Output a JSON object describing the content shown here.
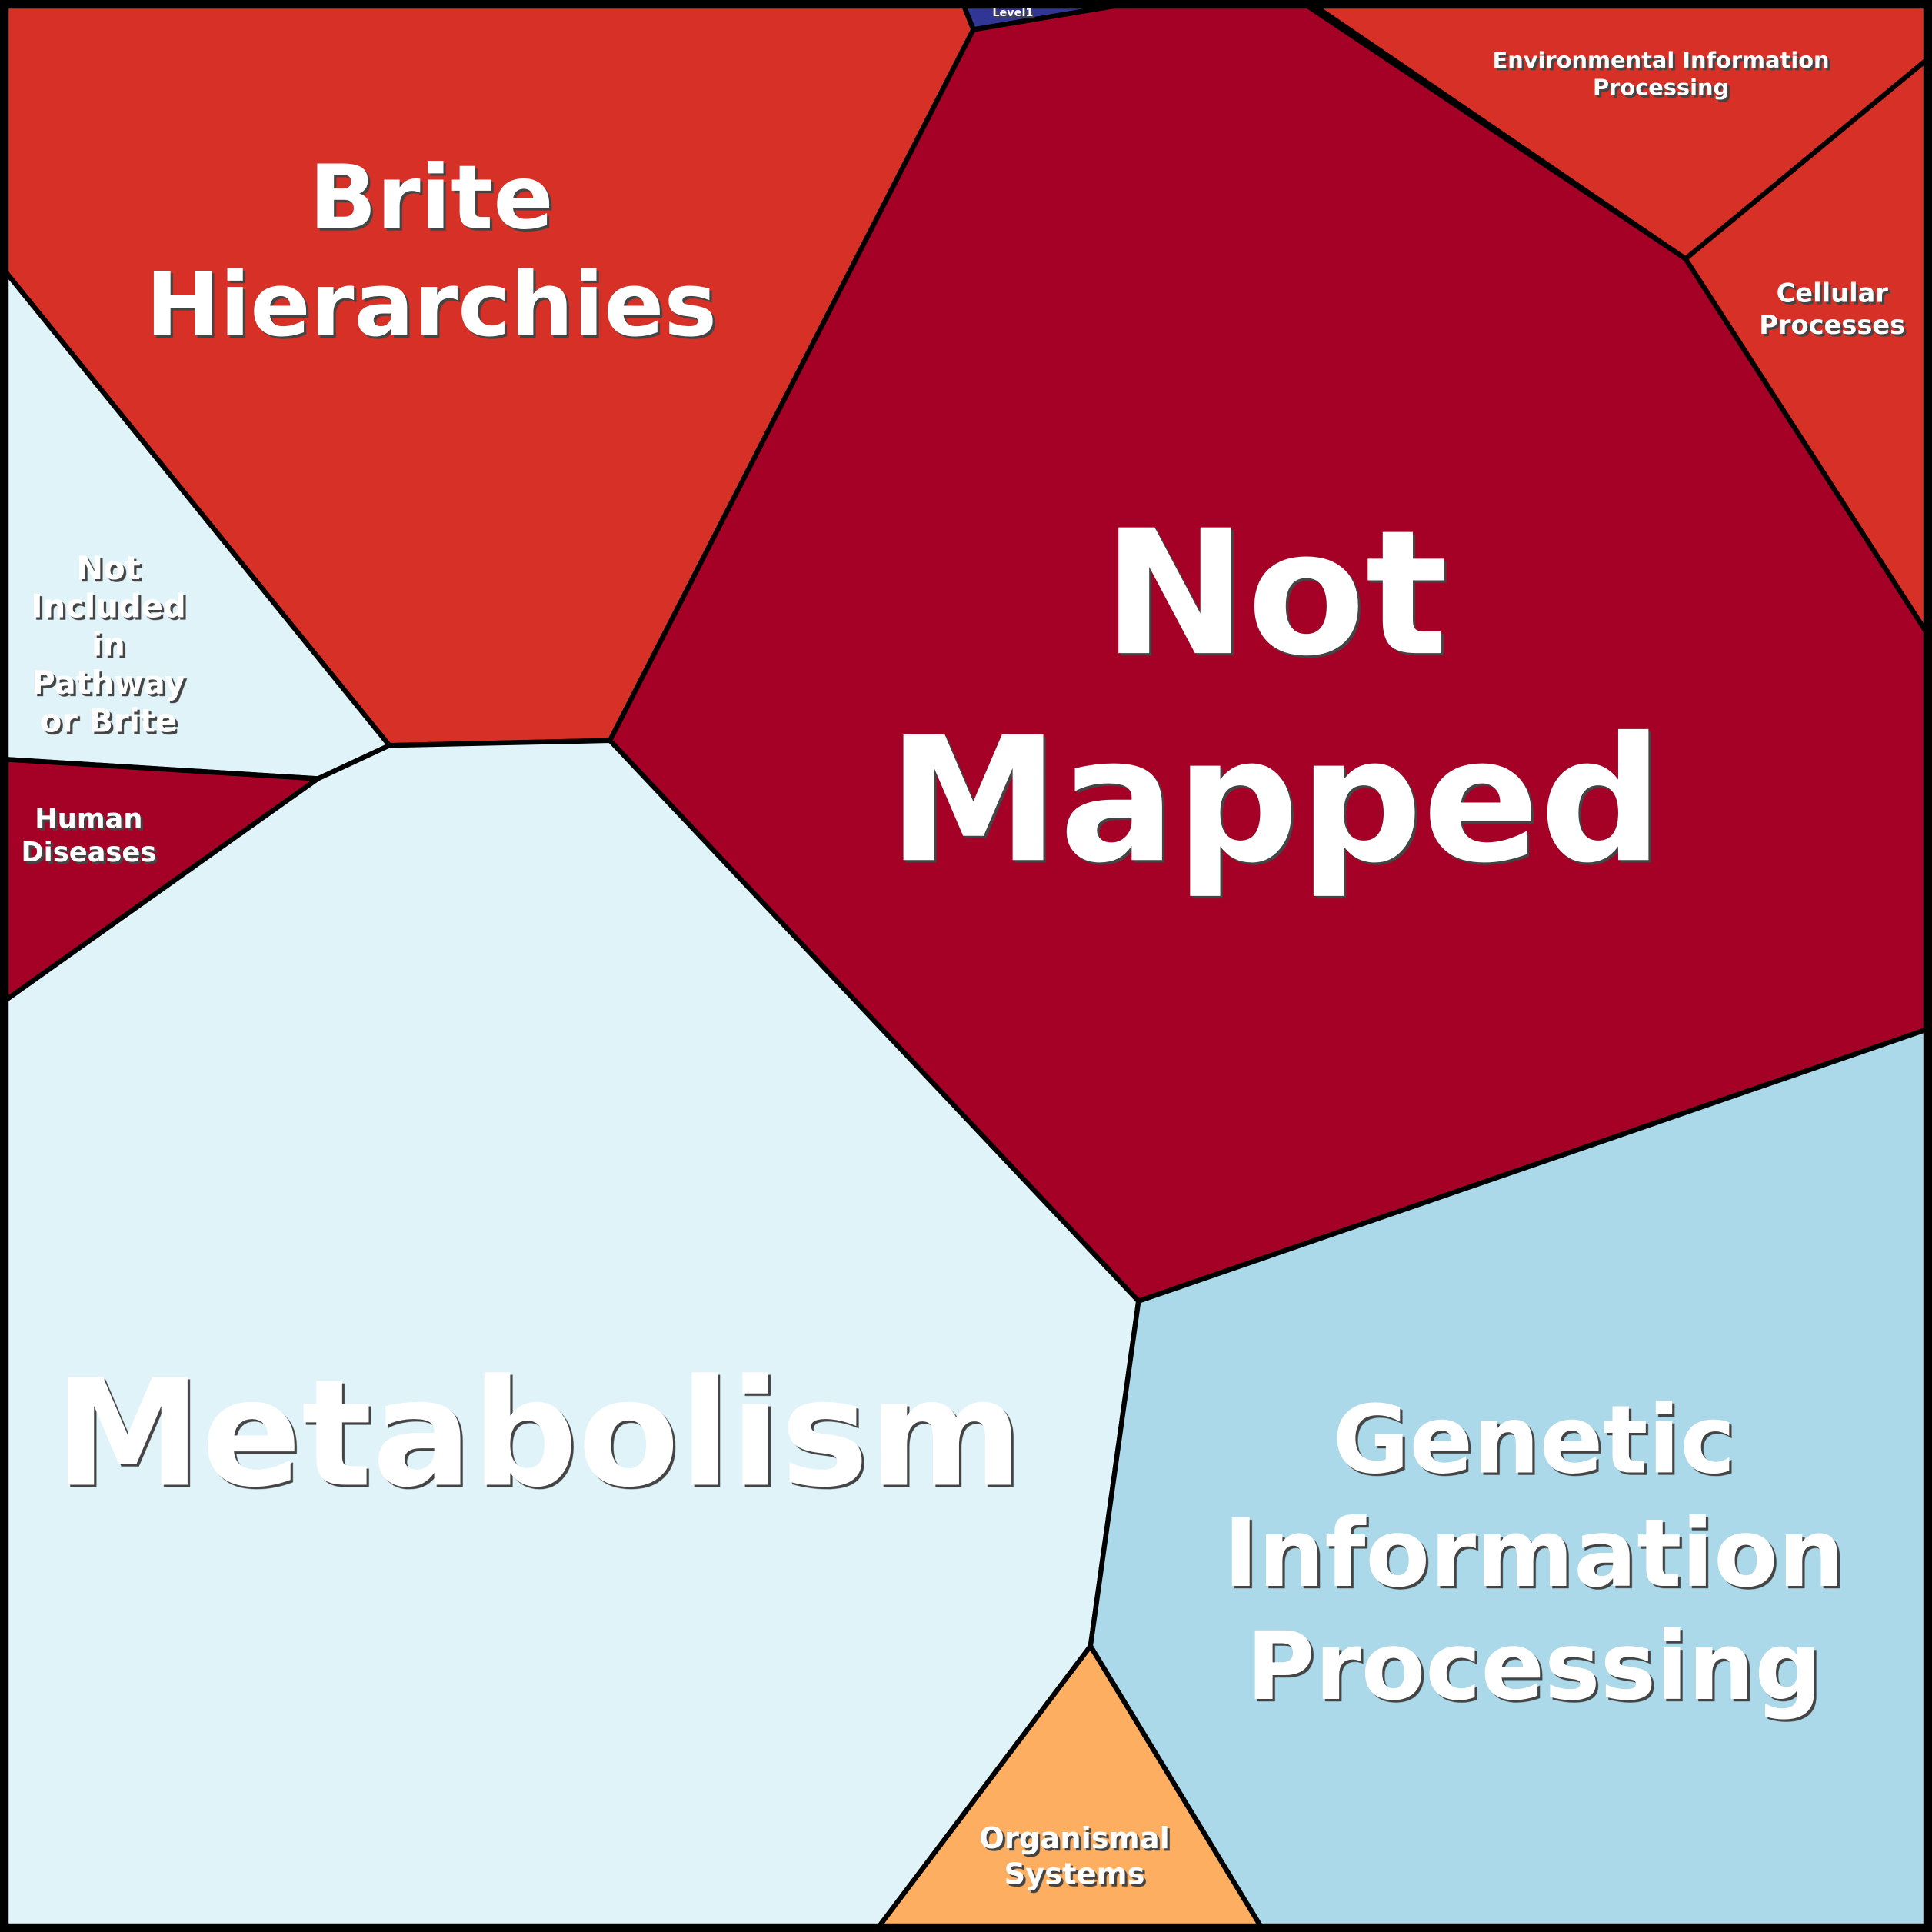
{
  "title": "Level1",
  "colors": {
    "brite": "#d73027",
    "not_mapped": "#a50026",
    "env": "#d73027",
    "cellular": "#d73027",
    "not_included": "#e0f3f8",
    "human": "#a50026",
    "metabolism": "#e0f3f8",
    "genetic": "#abd9e9",
    "organismal": "#fdae61",
    "level1": "#313695"
  },
  "cells": {
    "level1": [
      "Level1"
    ],
    "brite": [
      "Brite",
      "Hierarchies"
    ],
    "not_mapped": [
      "Not",
      "Mapped"
    ],
    "env": [
      "Environmental Information",
      "Processing"
    ],
    "cellular": [
      "Cellular",
      "Processes"
    ],
    "not_included": [
      "Not",
      "Included",
      "in",
      "Pathway",
      "or Brite"
    ],
    "human": [
      "Human",
      "Diseases"
    ],
    "metabolism": [
      "Metabolism"
    ],
    "genetic": [
      "Genetic",
      "Information",
      "Processing"
    ],
    "organismal": [
      "Organismal",
      "Systems"
    ]
  }
}
